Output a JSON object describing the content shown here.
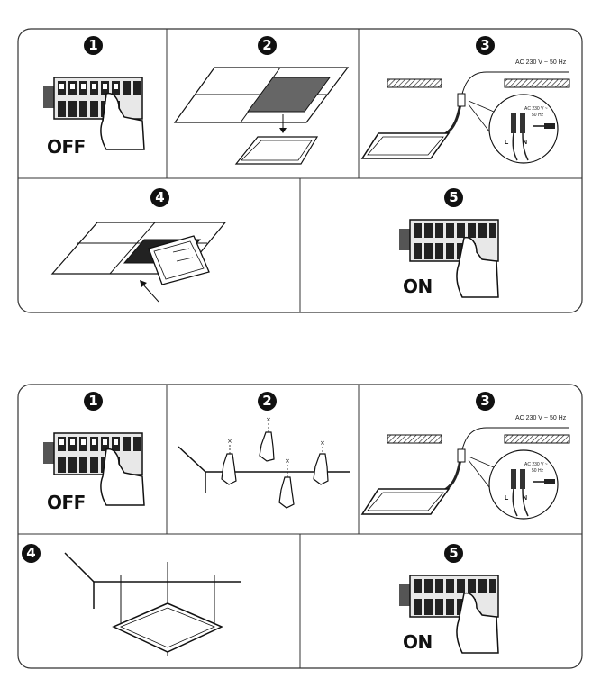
{
  "diagram_a": {
    "steps": [
      {
        "number": "1",
        "label": "OFF"
      },
      {
        "number": "2"
      },
      {
        "number": "3",
        "voltage": "AC 230 V ~ 50 Hz",
        "detail_voltage": "AC 230 V ~",
        "detail_freq": "50 Hz",
        "live": "L",
        "neutral": "N"
      },
      {
        "number": "4"
      },
      {
        "number": "5",
        "label": "ON"
      }
    ]
  },
  "diagram_b": {
    "steps": [
      {
        "number": "1",
        "label": "OFF"
      },
      {
        "number": "2"
      },
      {
        "number": "3",
        "voltage": "AC 230 V ~ 50 Hz",
        "detail_voltage": "AC 230 V ~",
        "detail_freq": "50 Hz",
        "live": "L",
        "neutral": "N"
      },
      {
        "number": "4"
      },
      {
        "number": "5",
        "label": "ON"
      }
    ]
  },
  "colors": {
    "ink": "#111111",
    "panel_gray": "#666666",
    "border": "#333333",
    "background": "#ffffff"
  }
}
